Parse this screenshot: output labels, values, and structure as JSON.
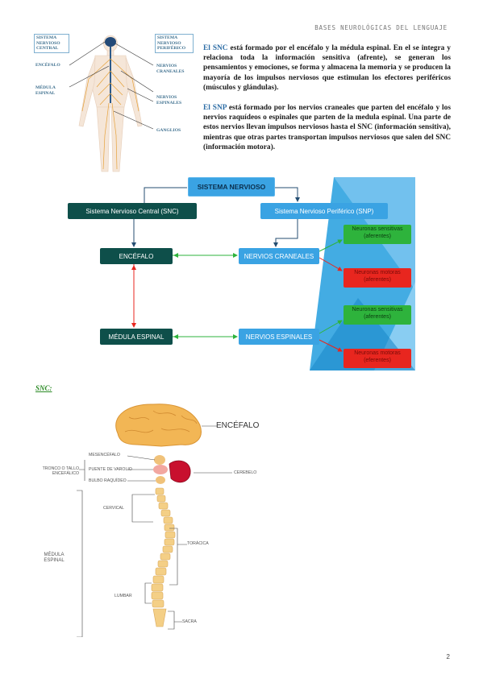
{
  "header": {
    "title": "BASES NEUROLÓGICAS DEL LENGUAJE"
  },
  "figure1": {
    "labels": {
      "snc": "SISTEMA NERVIOSO CENTRAL",
      "snp": "SISTEMA NERVIOSO PERIFÉRICO",
      "encefalo": "ENCÉFALO",
      "medula": "MÉDULA ESPINAL",
      "craneales": "NERVIOS CRANEALES",
      "espinales": "NERVIOS ESPINALES",
      "ganglios": "GANGLIOS"
    }
  },
  "paragraphs": {
    "snc_term": "El SNC",
    "snc_text": " está formado por el encéfalo y la médula espinal. En el se integra y relaciona toda la información sensitiva (afrente), se generan los pensamientos y emociones, se forma y almacena la memoria y se producen la mayoría de los impulsos nerviosos que estimulan los efectores periféricos (músculos y glándulas).",
    "snp_term": "El SNP",
    "snp_text": " está formado por los nervios craneales que parten del encéfalo y los nervios raquídeos o espinales que parten de la medula espinal. Una parte de estos nervios llevan impulsos nerviosos hasta el SNC (información sensitiva), mientras que otras partes transportan impulsos nerviosos que salen del SNC (información motora)."
  },
  "flowchart": {
    "root": "SISTEMA NERVIOSO",
    "central": "Sistema Nervioso Central (SNC)",
    "peripheral": "Sistema Nervioso Periférico (SNP)",
    "encefalo": "ENCÉFALO",
    "medula": "MÉDULA ESPINAL",
    "craneales": "NERVIOS CRANEALES",
    "espinales": "NERVIOS ESPINALES",
    "sens1": "Neuronas sensitivas (aferentes)",
    "mot1": "Neuronas motoras (aferentes)",
    "sens2": "Neuronas sensitivas (aferentes)",
    "mot2": "Neuronas motoras (eferentes)",
    "colors": {
      "dark": "#0e4f4a",
      "blue": "#3aa3e3",
      "green": "#2eb33c",
      "red": "#e8261f"
    }
  },
  "section_title": "SNC:",
  "figure2": {
    "encefalo": "ENCÉFALO",
    "tronco": "TRONCO O TALLO ENCEFÁLICO",
    "mesencefalo": "MESENCÉFALO",
    "puente": "PUENTE DE VAROLIO",
    "bulbo": "BULBO RAQUÍDEO",
    "cerebelo": "CEREBELO",
    "cervical": "CERVICAL",
    "toracica": "TORÁCICA",
    "lumbar": "LUMBAR",
    "sacra": "SACRA",
    "medula": "MÉDULA ESPINAL"
  },
  "page_number": "2"
}
